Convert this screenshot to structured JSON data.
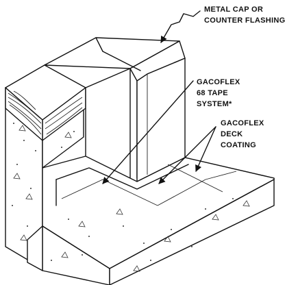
{
  "labels": {
    "metal_cap_line1": "METAL CAP OR",
    "metal_cap_line2": "COUNTER FLASHING",
    "tape_line1": "GACOFLEX",
    "tape_line2": "68 TAPE",
    "tape_line3": "SYSTEM*",
    "coating_line1": "GACOFLEX",
    "coating_line2": "DECK",
    "coating_line3": "COATING"
  },
  "colors": {
    "line": "#111111",
    "background": "#ffffff"
  }
}
